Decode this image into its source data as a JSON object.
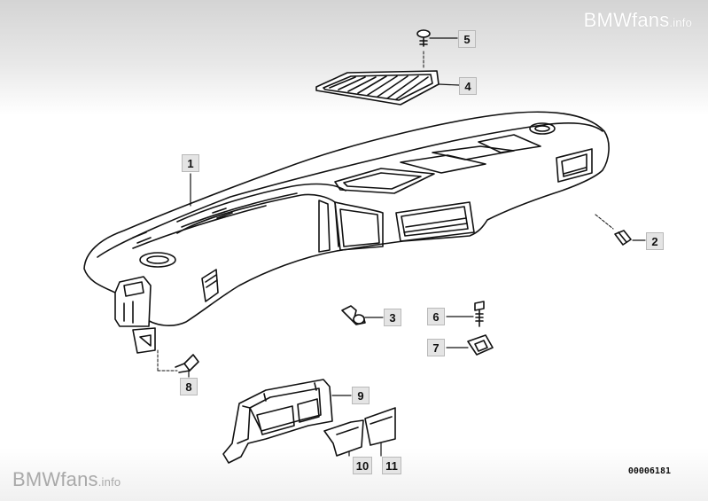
{
  "watermark": {
    "brand": "BMWfans",
    "suffix": ".info"
  },
  "drawing_number": "00006181",
  "callouts": [
    "1",
    "2",
    "3",
    "4",
    "5",
    "6",
    "7",
    "8",
    "9",
    "10",
    "11"
  ],
  "colors": {
    "line": "#111111",
    "callout_bg": "#e4e4e4",
    "header_gray": "#d4d4d4"
  }
}
